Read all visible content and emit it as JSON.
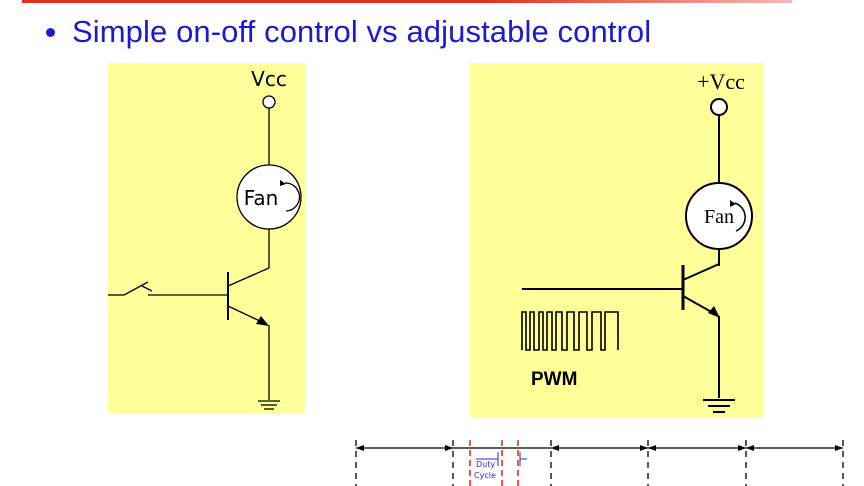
{
  "slide": {
    "bullet_text": "Simple on-off control vs adjustable control"
  },
  "left_circuit": {
    "supply_label": "Vcc",
    "load_label": "Fan"
  },
  "right_circuit": {
    "supply_label": "+Vcc",
    "load_label": "Fan",
    "signal_label": "PWM"
  },
  "timing": {
    "duty_label_line1": "Duty",
    "duty_label_line2": "Cycle"
  },
  "colors": {
    "title_blue": "#1a1ad0",
    "panel_yellow": "#ffff99",
    "wire": "#000000",
    "accent_red": "#e0301e",
    "annotation_blue": "#2a2ad0"
  }
}
